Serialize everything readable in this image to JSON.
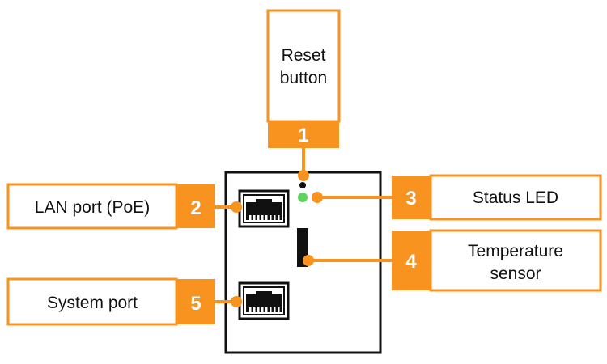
{
  "colors": {
    "accent": "#f7931e",
    "device_outline": "#111111",
    "led_green": "#5fd35f",
    "reset_hole": "#111111"
  },
  "callouts": {
    "reset": {
      "number": "1",
      "line1": "Reset",
      "line2": "button"
    },
    "lan": {
      "number": "2",
      "label": "LAN port (PoE)"
    },
    "status": {
      "number": "3",
      "label": "Status LED"
    },
    "temp": {
      "number": "4",
      "line1": "Temperature",
      "line2": "sensor"
    },
    "system": {
      "number": "5",
      "label": "System port"
    }
  },
  "icons": {
    "lan_port": "ethernet-port-icon",
    "system_port": "ethernet-port-icon",
    "reset_hole": "reset-hole-icon",
    "status_led": "led-icon",
    "temperature_sensor": "sensor-icon"
  }
}
